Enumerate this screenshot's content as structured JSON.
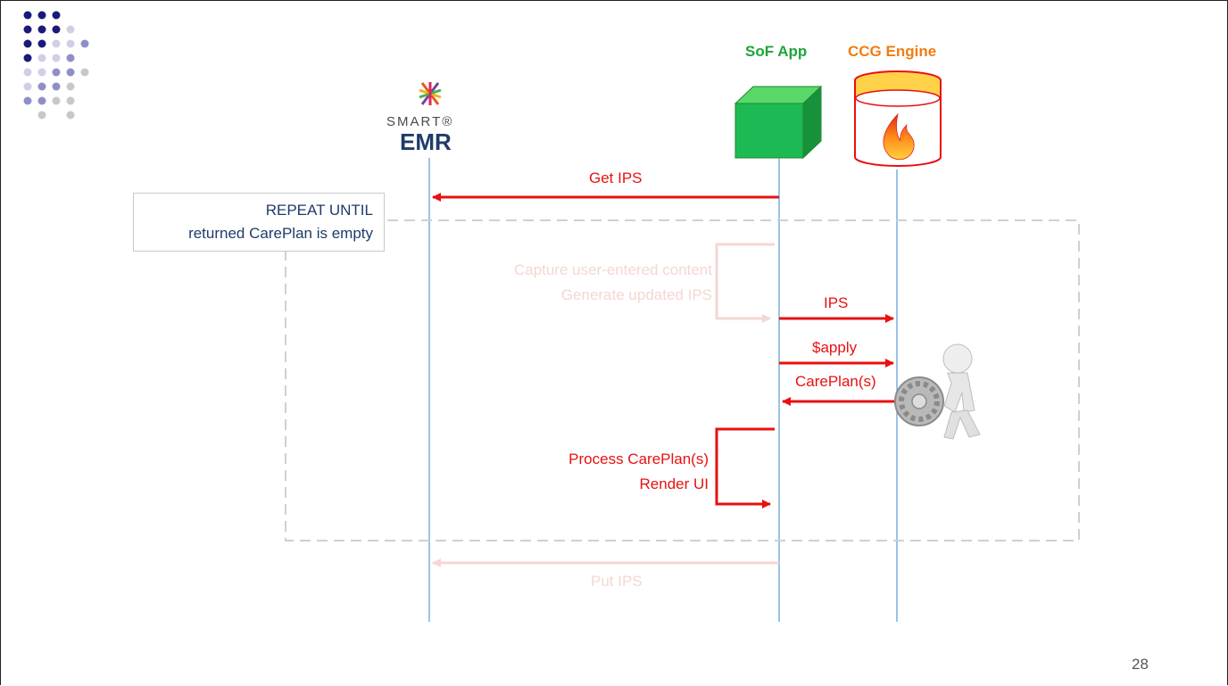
{
  "participants": {
    "emr": {
      "brand": "SMART®",
      "name": "EMR"
    },
    "sof_app": {
      "label": "SoF App",
      "color": "#1fa53b"
    },
    "ccg_engine": {
      "label": "CCG Engine",
      "color": "#ef7d12"
    }
  },
  "loop": {
    "line1": "REPEAT UNTIL",
    "line2": "returned CarePlan is empty"
  },
  "messages": {
    "get_ips": "Get IPS",
    "capture": "Capture user-entered content",
    "generate": "Generate updated IPS",
    "ips": "IPS",
    "apply": "$apply",
    "careplans": "CarePlan(s)",
    "process": "Process CarePlan(s)",
    "render": "Render UI",
    "put_ips": "Put IPS"
  },
  "colors": {
    "arrow_red": "#e81010",
    "faded": "#f4d7d2",
    "lifeline": "#5b9bd5",
    "loop_border": "#d0d0d0",
    "logo_dark": "#1a1a7a",
    "logo_mid": "#8f8fc8",
    "logo_light": "#cfcfe6",
    "logo_gray": "#c8c8c8"
  },
  "page": {
    "number": "28"
  }
}
